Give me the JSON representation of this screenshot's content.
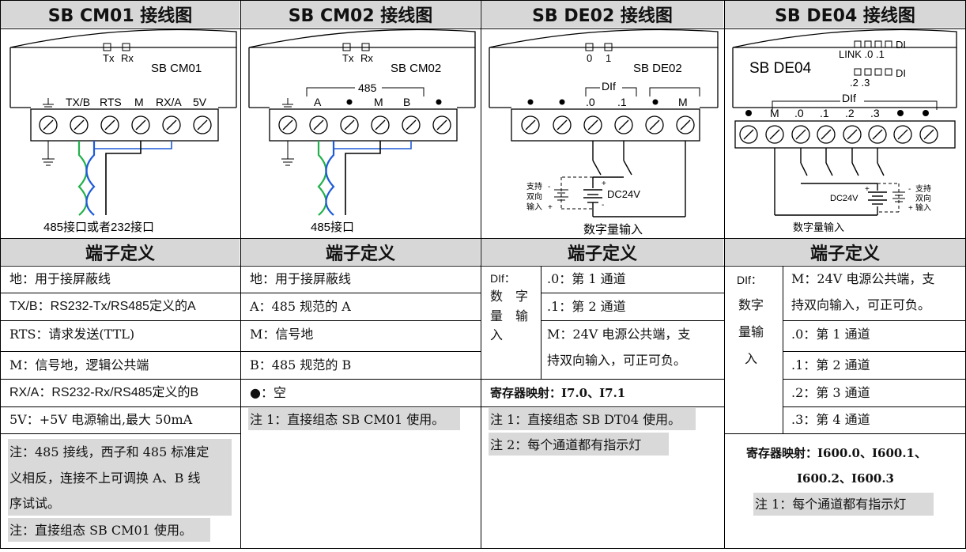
{
  "headers": [
    "SB CM01 接线图",
    "SB CM02 接线图",
    "SB DE02 接线图",
    "SB DE04 接线图"
  ],
  "section_title": "端子定义",
  "diagrams": {
    "cm01": {
      "indicators": [
        "Tx",
        "Rx"
      ],
      "module": "SB CM01",
      "pins": [
        "TX/B",
        "RTS",
        "M",
        "RX/A",
        "5V"
      ],
      "caption": "485接口或者232接口"
    },
    "cm02": {
      "indicators": [
        "Tx",
        "Rx"
      ],
      "module": "SB CM02",
      "bus": "485",
      "pins": [
        "A",
        "M",
        "B"
      ],
      "caption": "485接口"
    },
    "de02": {
      "indicators": [
        "0",
        "1"
      ],
      "module": "SB DE02",
      "group": "DIf",
      "pins": [
        ".0",
        ".1",
        "M"
      ],
      "side_labels": [
        "支持",
        "双向",
        "输入"
      ],
      "supply": "DC24V",
      "caption": "数字量输入"
    },
    "de04": {
      "indicators_row1": "LINK  .0 .1",
      "di1": "DI",
      "indicators_row2": ".2 .3",
      "di2": "DI",
      "module": "SB DE04",
      "group": "DIf",
      "pins": [
        "M",
        ".0",
        ".1",
        ".2",
        ".3"
      ],
      "side_labels": [
        "支持",
        "双向",
        "输入"
      ],
      "supply": "DC24V",
      "caption": "数字量输入"
    }
  },
  "col1": {
    "rows": [
      "地：用于接屏蔽线",
      "TX/B：RS232-Tx/RS485定义的A",
      "RTS：请求发送(TTL)",
      "M：信号地，逻辑公共端",
      "RX/A：RS232-Rx/RS485定义的B",
      "5V：+5V 电源输出,最大 50mA"
    ],
    "note1": [
      "注：485 接线，西子和 485 标准定",
      "义相反，连接不上可调换 A、B 线",
      "序试试。"
    ],
    "note2": "注：直接组态 SB CM01 使用。"
  },
  "col2": {
    "rows": [
      "地：用于接屏蔽线",
      "A：485 规范的 A",
      "M：信号地",
      "B：485 规范的 B",
      "●：空"
    ],
    "note": "注 1：直接组态 SB CM01 使用。"
  },
  "col3": {
    "label_top": "DIf：",
    "label_lines": [
      "数　字",
      "量　输",
      "入"
    ],
    "rows": [
      ".0：第 1 通道",
      ".1：第 2 通道"
    ],
    "m_lines": [
      "M：24V 电源公共端，支",
      "持双向输入，可正可负。"
    ],
    "register": "寄存器映射：I7.0、I7.1",
    "note1": "注 1：直接组态 SB DT04 使用。",
    "note2": "注 2：每个通道都有指示灯"
  },
  "col4": {
    "label_top": "DIf：",
    "label_lines": [
      "数字",
      "量输",
      "入"
    ],
    "m_lines": [
      "M：24V 电源公共端，支",
      "持双向输入，可正可负。"
    ],
    "rows": [
      ".0：第 1 通道",
      ".1：第 2 通道",
      ".2：第 3 通道",
      ".3：第 4 通道"
    ],
    "register_lines": [
      "寄存器映射：I600.0、I600.1、",
      "I600.2、I600.3"
    ],
    "note": "注 1：每个通道都有指示灯"
  }
}
